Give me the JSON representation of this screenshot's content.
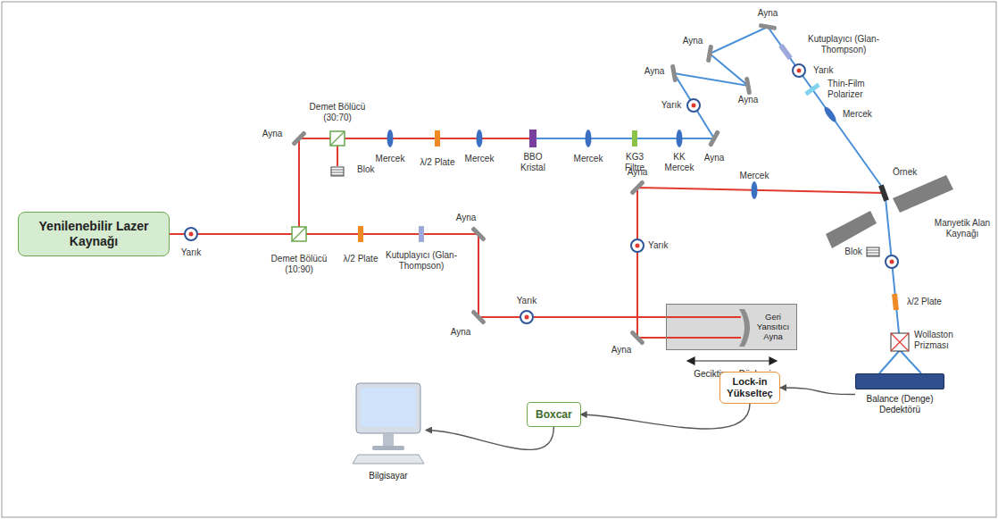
{
  "diagram": {
    "nodes": [
      {
        "text": [
          "Yenilenebilir Lazer Kaynağı"
        ]
      },
      {
        "text": [
          "Geri Yansıtıcı Ayna",
          "Geciktirme Düzlemi"
        ]
      },
      {
        "text": [
          "Balance (Denge) Dedektörü"
        ]
      },
      {
        "text": [
          "Lock-in Yükselteç"
        ]
      },
      {
        "text": [
          "Boxcar"
        ]
      },
      {
        "text": [
          "Bilgisayar"
        ]
      }
    ],
    "edges": [
      {
        "from": 2,
        "to": 3,
        "arrow": "to"
      },
      {
        "from": 3,
        "to": 4,
        "arrow": "to"
      },
      {
        "from": 4,
        "to": 5,
        "arrow": "to"
      }
    ],
    "labels": [
      "Yarık",
      "Demet Bölücü (10:90)",
      "λ/2 Plate",
      "Kutuplayıcı (Glan-Thompson)",
      "Ayna",
      "Ayna",
      "Yarık",
      "Ayna",
      "Demet Bölücü (30:70)",
      "Blok",
      "Mercek",
      "λ/2 Plate",
      "Mercek",
      "BBO Kristal",
      "Mercek",
      "KG3 Filtre",
      "KK Mercek",
      "Ayna",
      "Yarık",
      "Ayna",
      "Ayna",
      "Ayna",
      "Ayna",
      "Kutuplayıcı (Glan-Thompson)",
      "Yarık",
      "Thin-Film Polarizer",
      "Mercek",
      "Ayna",
      "Mercek",
      "Yarık",
      "Ayna",
      "Örnek",
      "Manyetik Alan Kaynağı",
      "Blok",
      "λ/2 Plate",
      "Wollaston Prizması"
    ]
  }
}
